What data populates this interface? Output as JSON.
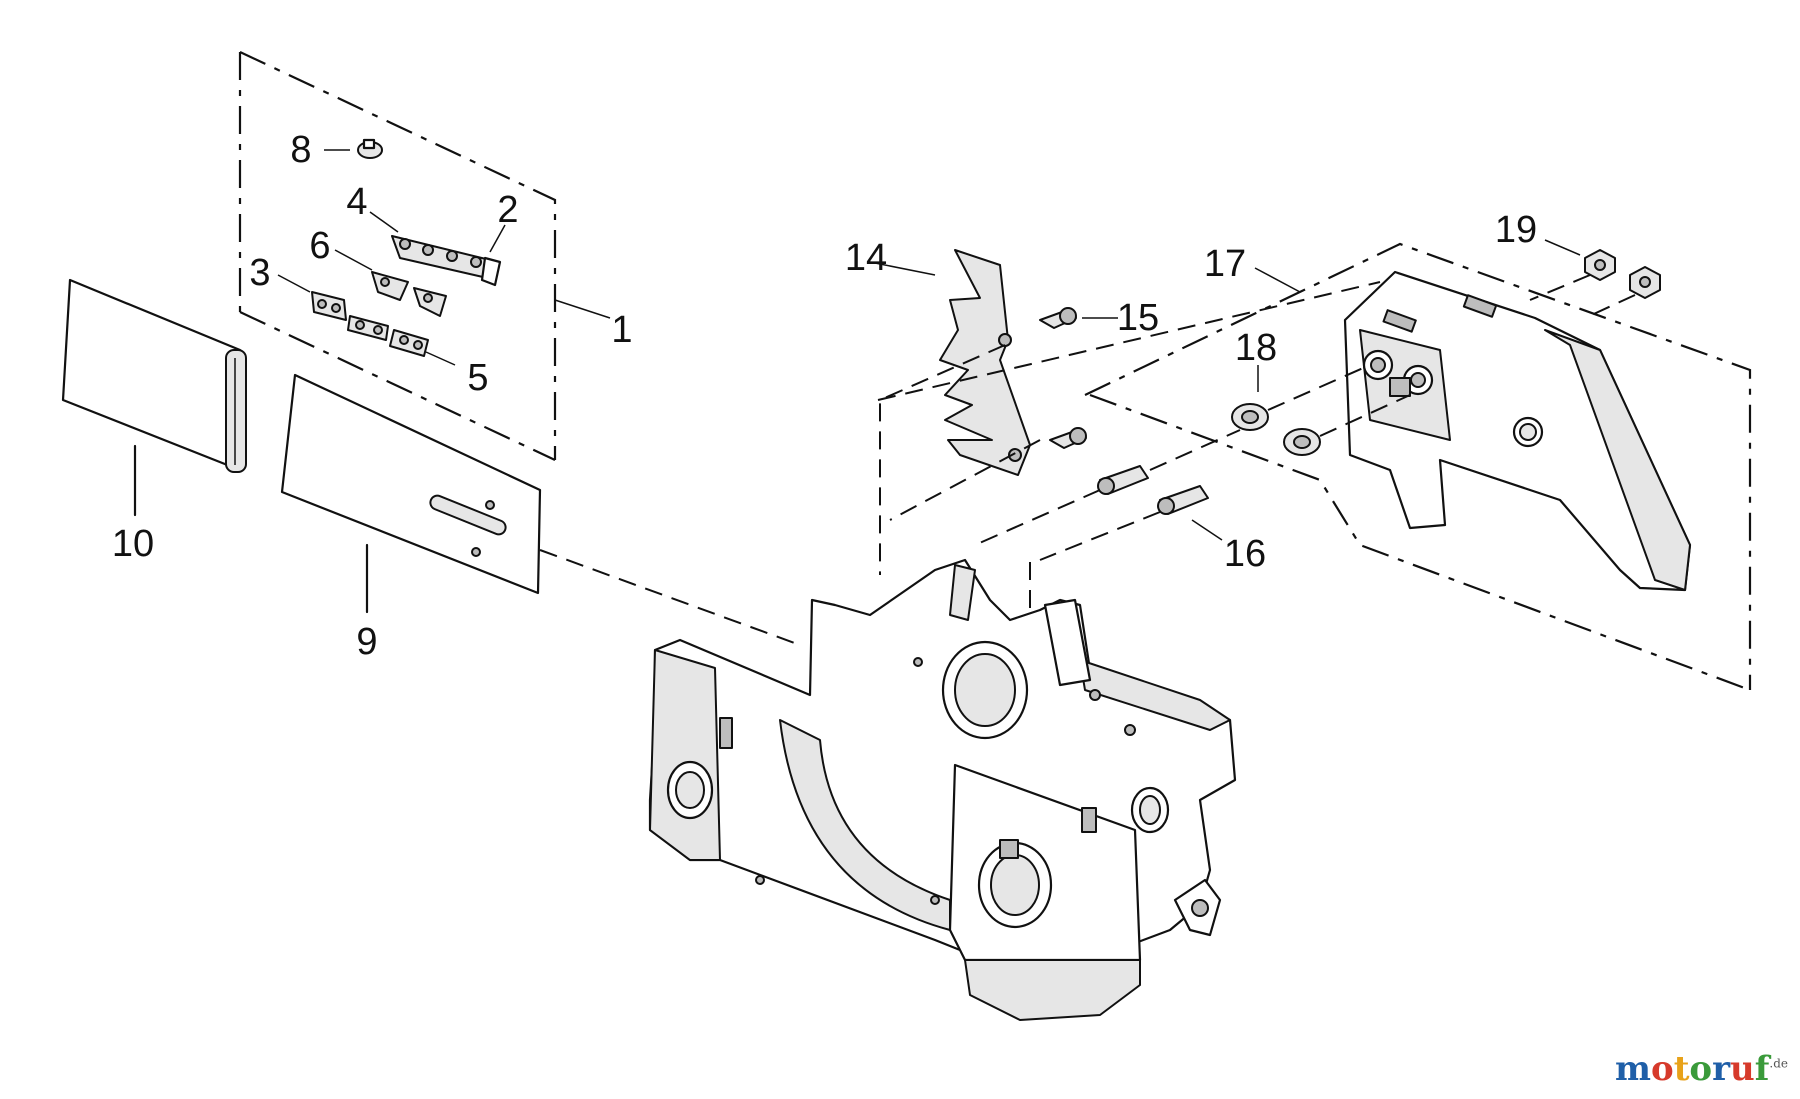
{
  "callouts": [
    {
      "id": "1",
      "text": "1"
    },
    {
      "id": "2",
      "text": "2"
    },
    {
      "id": "3",
      "text": "3"
    },
    {
      "id": "4",
      "text": "4"
    },
    {
      "id": "5",
      "text": "5"
    },
    {
      "id": "6",
      "text": "6"
    },
    {
      "id": "8",
      "text": "8"
    },
    {
      "id": "9",
      "text": "9"
    },
    {
      "id": "10",
      "text": "10"
    },
    {
      "id": "14",
      "text": "14"
    },
    {
      "id": "15",
      "text": "15"
    },
    {
      "id": "16",
      "text": "16"
    },
    {
      "id": "17",
      "text": "17"
    },
    {
      "id": "18",
      "text": "18"
    },
    {
      "id": "19",
      "text": "19"
    }
  ],
  "logo": {
    "letters": [
      "m",
      "o",
      "t",
      "o",
      "r",
      "u",
      "f"
    ],
    "suffix": ".de",
    "colors": [
      "#1f5fa8",
      "#d63a2b",
      "#e8a21a",
      "#3a9a3a",
      "#1f5fa8",
      "#d63a2b",
      "#3a9a3a"
    ],
    "suffix_color": "#555555"
  }
}
